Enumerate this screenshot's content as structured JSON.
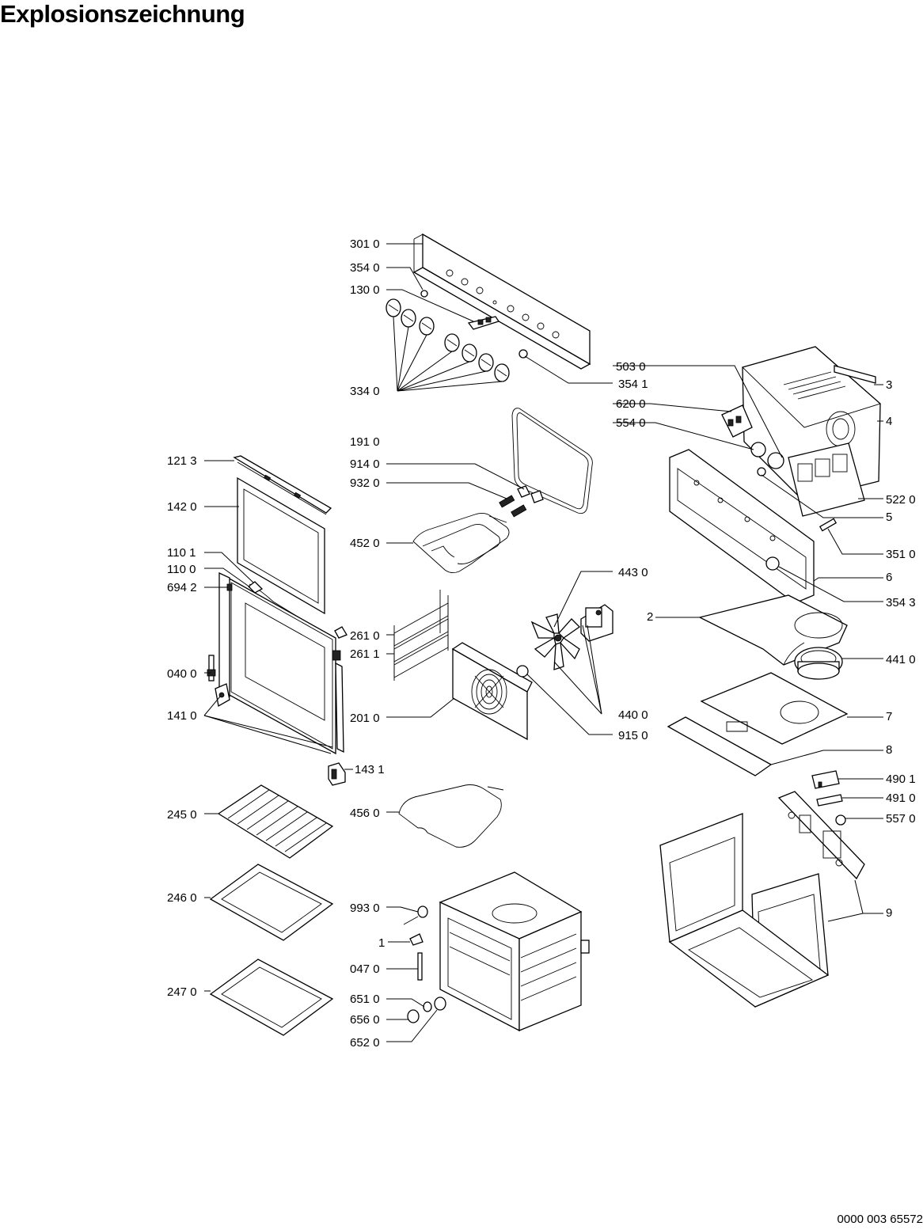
{
  "title": "Explosionszeichnung",
  "document_number": "0000 003 65572",
  "part_labels": [
    "301 0",
    "354 0",
    "130 0",
    "334 0",
    "354 1",
    "191 0",
    "914 0",
    "932 0",
    "452 0",
    "121 3",
    "142 0",
    "110 1",
    "110 0",
    "694 2",
    "040 0",
    "141 0",
    "261 0",
    "261 1",
    "201 0",
    "143 1",
    "245 0",
    "456 0",
    "246 0",
    "247 0",
    "993 0",
    "1",
    "047 0",
    "651 0",
    "656 0",
    "652 0",
    "443 0",
    "440 0",
    "915 0",
    "503 0",
    "620 0",
    "554 0",
    "3",
    "4",
    "522 0",
    "5",
    "351 0",
    "6",
    "354 3",
    "2",
    "441 0",
    "7",
    "8",
    "490 1",
    "491 0",
    "557 0",
    "9"
  ]
}
